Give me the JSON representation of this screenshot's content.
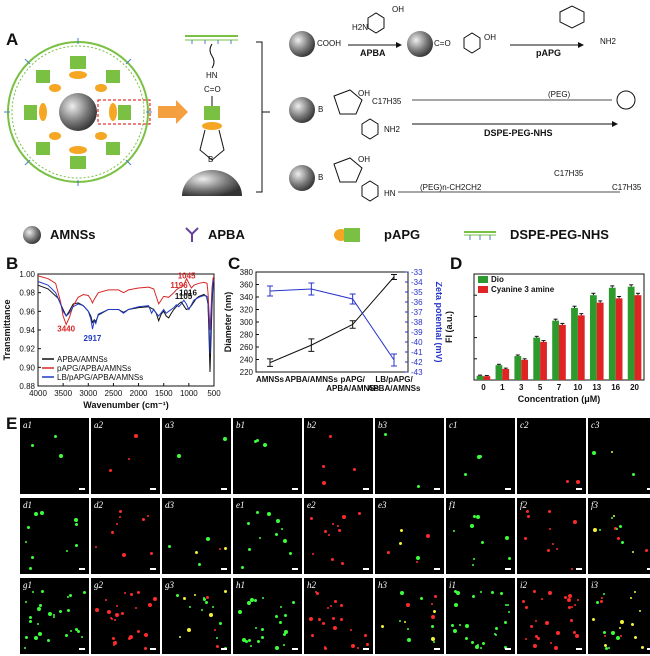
{
  "panels": {
    "A": {
      "letter": "A",
      "reagents": {
        "apba": "APBA",
        "papg": "pAPG",
        "dspe": "DSPE-PEG-NHS"
      },
      "groups": {
        "cooh": "COOH",
        "hn": "HN",
        "c_eq_o": "C=O",
        "h2n": "H2N",
        "nh2": "NH2",
        "b": "B",
        "oh": "OH",
        "peg_chain": "(PEG)n-CH2CH2",
        "c17": "C17H35",
        "peg": "(PEG)"
      },
      "legend": [
        {
          "key": "amnss",
          "label": "AMNSs"
        },
        {
          "key": "apba",
          "label": "APBA"
        },
        {
          "key": "papg",
          "label": "pAPG"
        },
        {
          "key": "dspe",
          "label": "DSPE-PEG-NHS"
        }
      ]
    },
    "B": {
      "letter": "B"
    },
    "C": {
      "letter": "C"
    },
    "D": {
      "letter": "D"
    },
    "E": {
      "letter": "E"
    }
  },
  "chart_data": [
    {
      "id": "B",
      "type": "line",
      "xlabel": "Wavenumber (cm⁻¹)",
      "ylabel": "Transmittance",
      "xlim": [
        4000,
        500
      ],
      "ylim": [
        0.88,
        1.0
      ],
      "xticks": [
        4000,
        3500,
        3000,
        2500,
        2000,
        1500,
        1000,
        500
      ],
      "yticks": [
        "1.00",
        "0.98",
        "0.96",
        "0.94",
        "0.92",
        "0.90",
        "0.88"
      ],
      "annotations": [
        {
          "text": "3440",
          "x": 3440,
          "y": 0.949,
          "color": "#d62728"
        },
        {
          "text": "2917",
          "x": 2917,
          "y": 0.939,
          "color": "#1f3bc4"
        },
        {
          "text": "1045",
          "x": 1045,
          "y": 0.993,
          "color": "#d62728"
        },
        {
          "text": "1196",
          "x": 1196,
          "y": 0.983,
          "color": "#d62728"
        },
        {
          "text": "1016",
          "x": 1016,
          "y": 0.975,
          "color": "#111111"
        },
        {
          "text": "1105",
          "x": 1105,
          "y": 0.971,
          "color": "#111111"
        }
      ],
      "series": [
        {
          "name": "APBA/AMNSs",
          "color": "#111111",
          "x": [
            4000,
            3800,
            3600,
            3500,
            3440,
            3380,
            3300,
            3200,
            3100,
            3000,
            2950,
            2917,
            2880,
            2850,
            2800,
            2600,
            2400,
            2300,
            2200,
            2000,
            1800,
            1700,
            1650,
            1600,
            1550,
            1500,
            1450,
            1400,
            1350,
            1300,
            1250,
            1200,
            1150,
            1100,
            1050,
            1000,
            950,
            900,
            850,
            800,
            750,
            700,
            650,
            620,
            600,
            580,
            560,
            540,
            520,
            500
          ],
          "y": [
            0.988,
            0.984,
            0.974,
            0.962,
            0.955,
            0.96,
            0.968,
            0.969,
            0.966,
            0.96,
            0.955,
            0.948,
            0.951,
            0.949,
            0.956,
            0.962,
            0.962,
            0.959,
            0.962,
            0.964,
            0.965,
            0.962,
            0.958,
            0.95,
            0.957,
            0.96,
            0.955,
            0.953,
            0.958,
            0.962,
            0.965,
            0.968,
            0.97,
            0.966,
            0.962,
            0.963,
            0.966,
            0.97,
            0.974,
            0.976,
            0.977,
            0.978,
            0.976,
            0.968,
            0.935,
            0.895,
            0.93,
            0.965,
            0.99,
            0.995
          ]
        },
        {
          "name": "pAPG/APBA/AMNSs",
          "color": "#d62728",
          "x": [
            4000,
            3800,
            3650,
            3550,
            3500,
            3440,
            3380,
            3300,
            3200,
            3100,
            3000,
            2950,
            2917,
            2880,
            2800,
            2600,
            2400,
            2300,
            2200,
            2000,
            1800,
            1700,
            1650,
            1600,
            1500,
            1400,
            1300,
            1250,
            1196,
            1150,
            1100,
            1045,
            1000,
            950,
            900,
            800,
            700,
            640,
            620,
            600,
            580,
            560,
            540,
            520,
            500
          ],
          "y": [
            0.998,
            0.995,
            0.99,
            0.97,
            0.955,
            0.946,
            0.953,
            0.966,
            0.975,
            0.978,
            0.977,
            0.973,
            0.969,
            0.973,
            0.98,
            0.983,
            0.983,
            0.98,
            0.983,
            0.985,
            0.986,
            0.984,
            0.976,
            0.968,
            0.976,
            0.975,
            0.98,
            0.983,
            0.985,
            0.986,
            0.988,
            0.995,
            0.99,
            0.985,
            0.988,
            0.99,
            0.991,
            0.99,
            0.98,
            0.96,
            0.94,
            0.962,
            0.985,
            0.995,
            0.998
          ]
        },
        {
          "name": "LB/pAPG/APBA/AMNSs",
          "color": "#1f3bc4",
          "x": [
            4000,
            3800,
            3650,
            3550,
            3500,
            3440,
            3380,
            3300,
            3200,
            3100,
            3000,
            2950,
            2917,
            2880,
            2850,
            2800,
            2600,
            2400,
            2300,
            2200,
            2000,
            1800,
            1740,
            1700,
            1650,
            1600,
            1500,
            1450,
            1400,
            1300,
            1250,
            1200,
            1150,
            1100,
            1050,
            1000,
            950,
            900,
            800,
            700,
            640,
            620,
            600,
            580,
            560,
            540,
            520,
            500
          ],
          "y": [
            0.992,
            0.988,
            0.98,
            0.968,
            0.96,
            0.955,
            0.958,
            0.965,
            0.968,
            0.966,
            0.96,
            0.952,
            0.941,
            0.95,
            0.947,
            0.957,
            0.962,
            0.962,
            0.958,
            0.962,
            0.965,
            0.966,
            0.958,
            0.962,
            0.958,
            0.955,
            0.962,
            0.958,
            0.96,
            0.964,
            0.967,
            0.965,
            0.968,
            0.972,
            0.968,
            0.962,
            0.967,
            0.972,
            0.975,
            0.977,
            0.976,
            0.968,
            0.948,
            0.915,
            0.948,
            0.975,
            0.99,
            0.994
          ]
        }
      ]
    },
    {
      "id": "C",
      "type": "line",
      "categories": [
        "AMNSs",
        "APBA/AMNSs",
        "pAPG/\nAPBA/AMNSs",
        "LB/pAPG/\nAPBA/AMNSs"
      ],
      "ylabel": "Diameter (nm)",
      "y2label": "Zeta potential (mV)",
      "ylim": [
        220,
        380
      ],
      "yticks": [
        220,
        240,
        260,
        280,
        300,
        320,
        340,
        360,
        380
      ],
      "y2lim": [
        -43,
        -33
      ],
      "y2ticks": [
        -33,
        -34,
        -35,
        -36,
        -37,
        -38,
        -39,
        -40,
        -41,
        -42,
        -43
      ],
      "series": [
        {
          "name": "Diameter",
          "axis": "left",
          "color": "#111111",
          "values": [
            235,
            263,
            296,
            372
          ],
          "errors": [
            6,
            10,
            6,
            4
          ]
        },
        {
          "name": "Zeta potential",
          "axis": "right",
          "color": "#2733c9",
          "values": [
            -34.9,
            -34.7,
            -35.7,
            -41.8
          ],
          "errors": [
            0.5,
            0.6,
            0.5,
            0.6
          ]
        }
      ]
    },
    {
      "id": "D",
      "type": "bar",
      "xlabel": "Concentration (μM)",
      "ylabel": "FI (a.u.)",
      "categories": [
        "0",
        "1",
        "3",
        "5",
        "7",
        "10",
        "13",
        "16",
        "20"
      ],
      "ylim": [
        0,
        5000
      ],
      "series": [
        {
          "name": "Dio",
          "color": "#2e9a2e",
          "values": [
            200,
            700,
            1130,
            2000,
            2800,
            3400,
            4000,
            4350,
            4400
          ],
          "errors": [
            30,
            40,
            50,
            60,
            70,
            80,
            90,
            90,
            90
          ]
        },
        {
          "name": "Cyanine 3 amine",
          "color": "#e02424",
          "values": [
            180,
            520,
            950,
            1800,
            2600,
            3050,
            3650,
            3850,
            4000
          ],
          "errors": [
            30,
            40,
            50,
            60,
            70,
            80,
            80,
            90,
            90
          ]
        }
      ]
    }
  ],
  "micrographs": {
    "rows": [
      [
        "a1",
        "a2",
        "a3",
        "b1",
        "b2",
        "b3",
        "c1",
        "c2",
        "c3"
      ],
      [
        "d1",
        "d2",
        "d3",
        "e1",
        "e2",
        "e3",
        "f1",
        "f2",
        "f3"
      ],
      [
        "g1",
        "g2",
        "g3",
        "h1",
        "h2",
        "h3",
        "i1",
        "i2",
        "i3"
      ]
    ],
    "colors": {
      "green": "#3cff3c",
      "red": "#ff2a2a",
      "yellow": "#f2f23a"
    }
  }
}
